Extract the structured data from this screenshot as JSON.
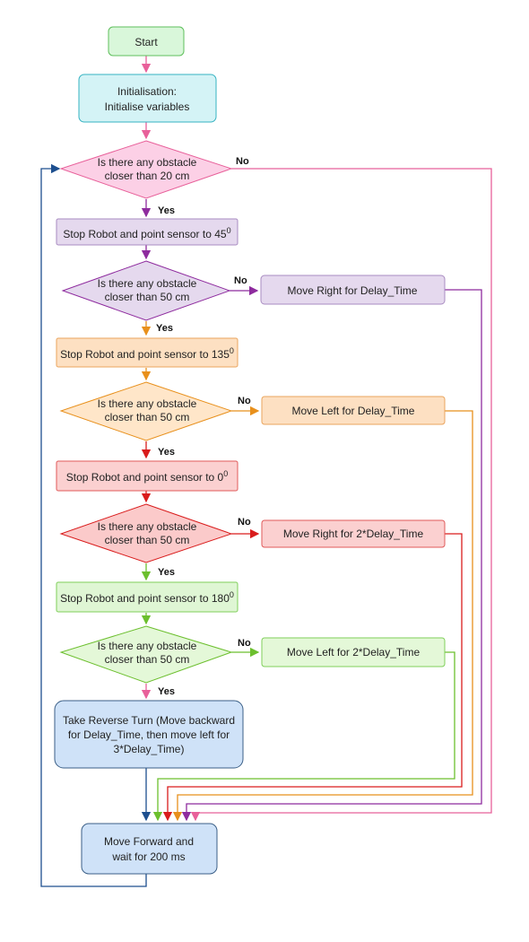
{
  "nodes": {
    "start": "Start",
    "init_l1": "Initialisation:",
    "init_l2": "Initialise variables",
    "d1_l1": "Is there any obstacle",
    "d1_l2": "closer than 20 cm",
    "s45": "Stop Robot and point sensor to 45",
    "s45_sup": "0",
    "d2_l1": "Is there any obstacle",
    "d2_l2": "closer than 50 cm",
    "mr1": "Move Right for Delay_Time",
    "s135": "Stop Robot and point sensor to 135",
    "s135_sup": "0",
    "d3_l1": "Is there any obstacle",
    "d3_l2": "closer than 50 cm",
    "ml1": "Move Left for Delay_Time",
    "s0": "Stop Robot and point sensor to 0",
    "s0_sup": "0",
    "d4_l1": "Is there any obstacle",
    "d4_l2": "closer than 50 cm",
    "mr2": "Move Right for 2*Delay_Time",
    "s180": "Stop Robot and point sensor to 180",
    "s180_sup": "0",
    "d5_l1": "Is there any obstacle",
    "d5_l2": "closer than 50 cm",
    "ml2": "Move Left for 2*Delay_Time",
    "rev_l1": "Take Reverse Turn (Move backward",
    "rev_l2": "for Delay_Time, then move left for",
    "rev_l3": "3*Delay_Time)",
    "fwd_l1": "Move Forward and",
    "fwd_l2": "wait for 200 ms"
  },
  "labels": {
    "yes": "Yes",
    "no": "No"
  },
  "colors": {
    "pink": "#e8609a",
    "purple": "#8e2b9e",
    "orange": "#e8901c",
    "red": "#d91c1c",
    "green": "#6cbf2e",
    "blue": "#1d4f8f"
  }
}
